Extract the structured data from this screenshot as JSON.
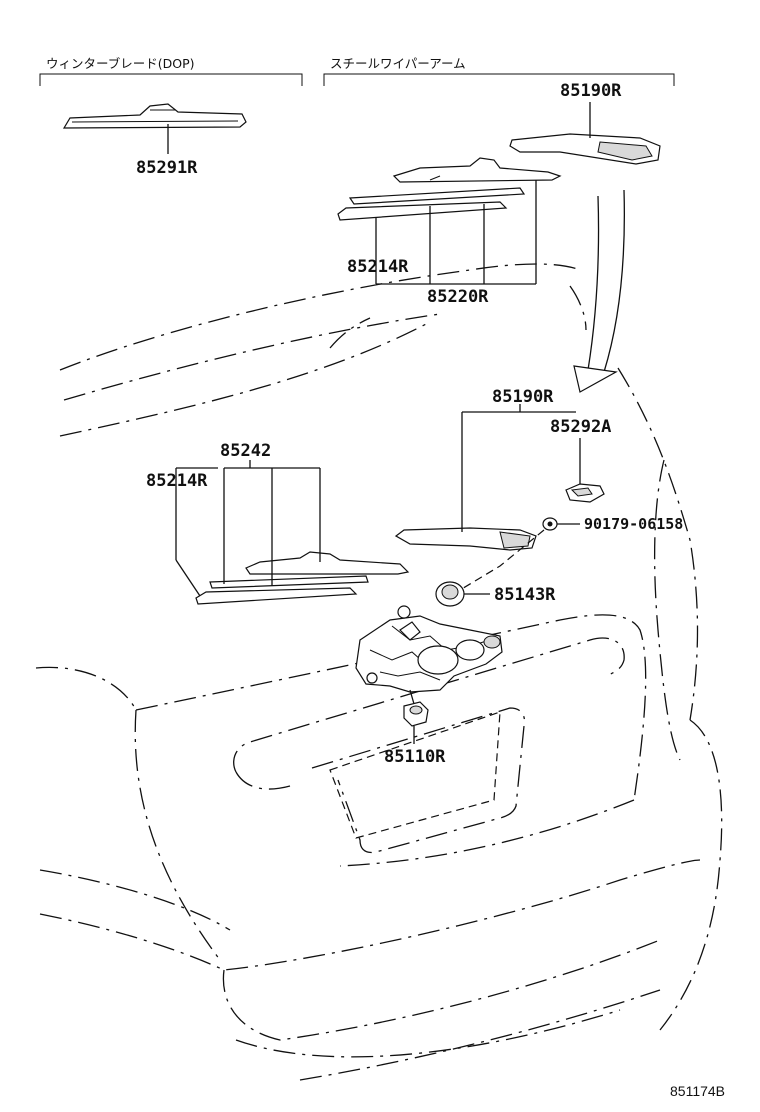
{
  "headers": {
    "winter_blade": "ウィンターブレード(DOP)",
    "steel_wiper_arm": "スチールワイパーアーム"
  },
  "parts": {
    "p85291R": "85291R",
    "p85190R_top": "85190R",
    "p85214R_top": "85214R",
    "p85220R": "85220R",
    "p85190R_mid": "85190R",
    "p85292A": "85292A",
    "p85242": "85242",
    "p85214R_mid": "85214R",
    "p90179": "90179-06158",
    "p85143R": "85143R",
    "p85110R": "85110R"
  },
  "figure_code": "851174B"
}
